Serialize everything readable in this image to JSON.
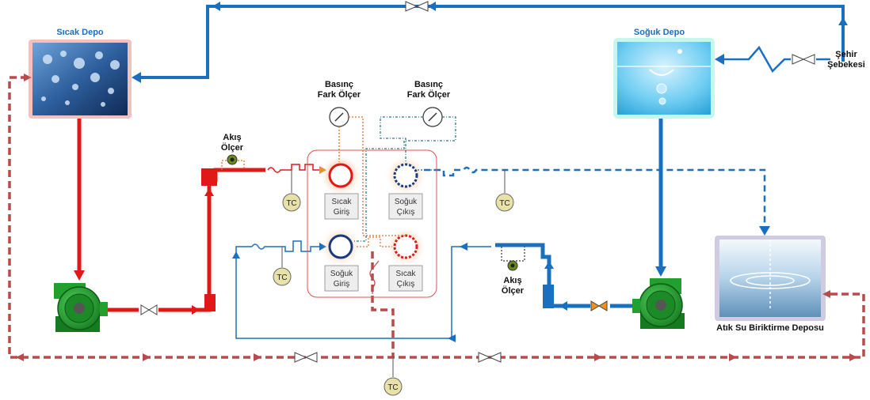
{
  "tanks": {
    "hot": {
      "label": "Sıcak Depo"
    },
    "cold": {
      "label": "Soğuk Depo"
    },
    "waste": {
      "label": "Atık Su Biriktirme Deposu"
    }
  },
  "city_supply": {
    "line1": "Şehir",
    "line2": "Şebekesi"
  },
  "pressure_gauges": [
    {
      "line1": "Basınç",
      "line2": "Fark Ölçer"
    },
    {
      "line1": "Basınç",
      "line2": "Fark Ölçer"
    }
  ],
  "flow_meters": [
    {
      "line1": "Akış",
      "line2": "Ölçer"
    },
    {
      "line1": "Akış",
      "line2": "Ölçer"
    }
  ],
  "ports": {
    "hot_in": {
      "line1": "Sıcak",
      "line2": "Giriş"
    },
    "cold_out": {
      "line1": "Soğuk",
      "line2": "Çıkış"
    },
    "cold_in": {
      "line1": "Soğuk",
      "line2": "Giriş"
    },
    "hot_out": {
      "line1": "Sıcak",
      "line2": "Çıkış"
    }
  },
  "tc_label": "TC",
  "colors": {
    "hot_pipe": "#e01818",
    "cold_pipe": "#1a6fbf",
    "drain_pipe": "#b84c4c",
    "label_blue": "#1a6fbf",
    "pump_green": "#1e9a2a",
    "tc_fill": "#e8e2a8"
  }
}
